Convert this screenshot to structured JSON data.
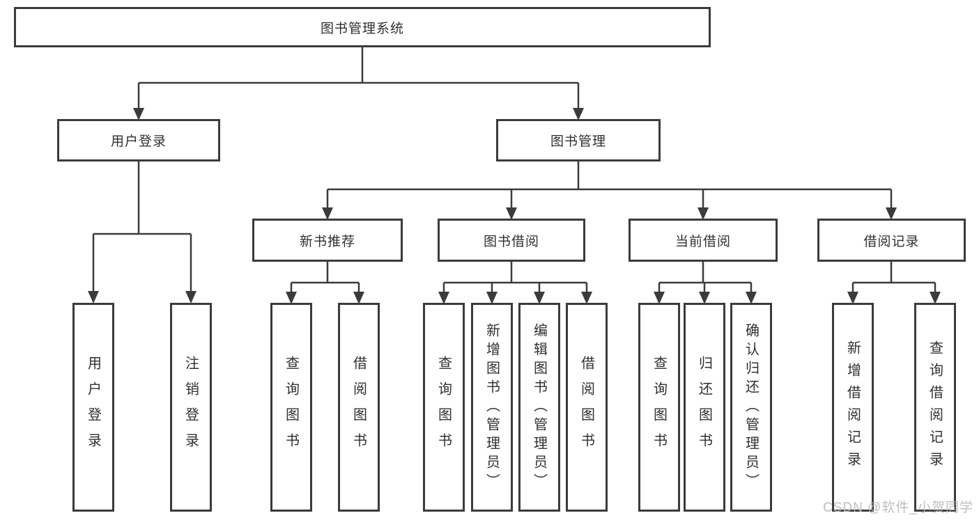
{
  "diagram": {
    "type": "hierarchy-tree",
    "nodes": {
      "root": "图书管理系统",
      "user_login": "用户登录",
      "book_mgmt": "图书管理",
      "new_book_rec": "新书推荐",
      "book_borrow": "图书借阅",
      "current_borrow": "当前借阅",
      "borrow_records": "借阅记录",
      "leaf_user_login": "用户登录",
      "leaf_logout": "注销登录",
      "leaf_rec_query_book": "查询图书",
      "leaf_rec_borrow_book": "借阅图书",
      "leaf_bb_query_book": "查询图书",
      "leaf_bb_add_book": "新增图书（管理员）",
      "leaf_bb_edit_book": "编辑图书（管理员）",
      "leaf_bb_borrow_book": "借阅图书",
      "leaf_cb_query_book": "查询图书",
      "leaf_cb_return_book": "归还图书",
      "leaf_cb_confirm_return": "确认归还（管理员）",
      "leaf_br_add_record": "新增借阅记录",
      "leaf_br_query_record": "查询借阅记录"
    },
    "edges": [
      [
        "root",
        "user_login"
      ],
      [
        "root",
        "book_mgmt"
      ],
      [
        "user_login",
        "leaf_user_login"
      ],
      [
        "user_login",
        "leaf_logout"
      ],
      [
        "book_mgmt",
        "new_book_rec"
      ],
      [
        "book_mgmt",
        "book_borrow"
      ],
      [
        "book_mgmt",
        "current_borrow"
      ],
      [
        "book_mgmt",
        "borrow_records"
      ],
      [
        "new_book_rec",
        "leaf_rec_query_book"
      ],
      [
        "new_book_rec",
        "leaf_rec_borrow_book"
      ],
      [
        "book_borrow",
        "leaf_bb_query_book"
      ],
      [
        "book_borrow",
        "leaf_bb_add_book"
      ],
      [
        "book_borrow",
        "leaf_bb_edit_book"
      ],
      [
        "book_borrow",
        "leaf_bb_borrow_book"
      ],
      [
        "current_borrow",
        "leaf_cb_query_book"
      ],
      [
        "current_borrow",
        "leaf_cb_return_book"
      ],
      [
        "current_borrow",
        "leaf_cb_confirm_return"
      ],
      [
        "borrow_records",
        "leaf_br_add_record"
      ],
      [
        "borrow_records",
        "leaf_br_query_record"
      ]
    ],
    "colors": {
      "line": "#3b3b3b",
      "box_border": "#3b3b3b",
      "text": "#303030",
      "background": "#ffffff",
      "watermark": "#b9b9b9"
    }
  },
  "watermark": "CSDN @软件_小贺同学"
}
